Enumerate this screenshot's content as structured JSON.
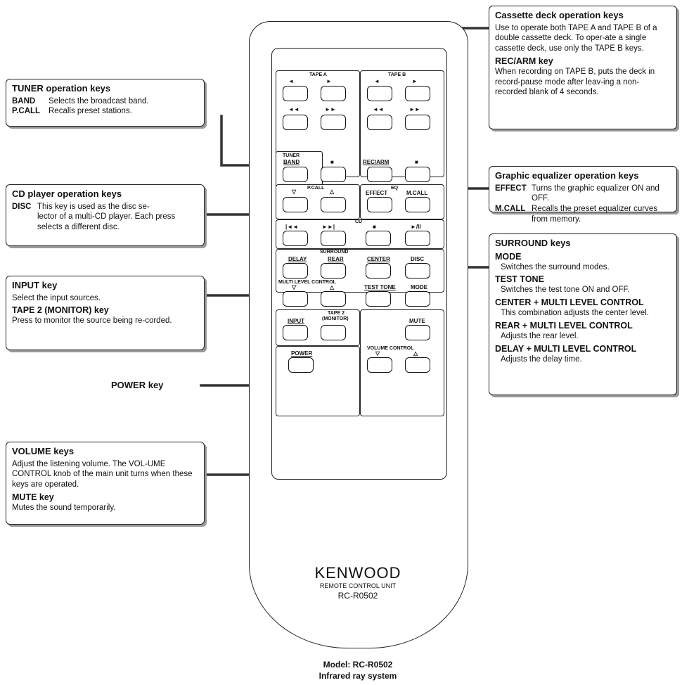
{
  "callouts": {
    "tuner": {
      "title": "TUNER operation keys",
      "rows": [
        {
          "key": "BAND",
          "desc": "Selects the broadcast band."
        },
        {
          "key": "P.CALL",
          "desc": "Recalls preset stations."
        }
      ]
    },
    "cd": {
      "title": "CD player operation keys",
      "key": "DISC",
      "desc_first": "This key is used as the disc se-",
      "desc_rest": "lector of a multi-CD player. Each press selects a different disc."
    },
    "input": {
      "title": "INPUT key",
      "desc": "Select the input sources.",
      "title2": "TAPE 2 (MONITOR) key",
      "desc2": "Press to monitor the source being re-corded."
    },
    "power": {
      "title": "POWER key"
    },
    "volume": {
      "title": "VOLUME keys",
      "desc": "Adjust the listening volume. The VOL-UME CONTROL knob of the main unit turns when these keys are operated.",
      "title2": "MUTE key",
      "desc2": "Mutes the sound temporarily."
    },
    "cassette": {
      "title": "Cassette deck operation keys",
      "desc": "Use to operate both TAPE A and TAPE B of a double cassette deck. To oper-ate a single cassette deck, use only the TAPE B keys.",
      "title2": "REC/ARM key",
      "desc2": "When recording on TAPE B, puts the deck in record-pause mode after leav-ing a non-recorded blank of 4 seconds."
    },
    "eq": {
      "title": "Graphic equalizer operation keys",
      "rows": [
        {
          "key": "EFFECT",
          "desc": "Turns the graphic equalizer ON and OFF."
        },
        {
          "key": "M.CALL",
          "desc": "Recalls the preset equalizer curves from memory."
        }
      ]
    },
    "surround": {
      "title": "SURROUND keys",
      "items": [
        {
          "head": "MODE",
          "text": "Switches the surround modes."
        },
        {
          "head": "TEST TONE",
          "text": "Switches the test tone ON and OFF."
        },
        {
          "head": "CENTER + MULTI LEVEL CONTROL",
          "text": "This combination adjusts the center level."
        },
        {
          "head": "REAR + MULTI LEVEL CONTROL",
          "text": "Adjusts the rear level."
        },
        {
          "head": "DELAY + MULTI LEVEL CONTROL",
          "text": "Adjusts the delay time."
        }
      ]
    }
  },
  "remote": {
    "tape_a": "TAPE A",
    "tape_b": "TAPE B",
    "tuner": "TUNER",
    "band": "BAND",
    "pcall": "P.CALL",
    "rec_arm": "REC/ARM",
    "eq": "EQ",
    "effect": "EFFECT",
    "mcall": "M.CALL",
    "cd": "CD",
    "disc": "DISC",
    "surround": "SURROUND",
    "delay": "DELAY",
    "rear": "REAR",
    "center": "CENTER",
    "multi_level": "MULTI LEVEL CONTROL",
    "test_tone": "TEST TONE",
    "mode": "MODE",
    "input": "INPUT",
    "tape2_line1": "TAPE 2",
    "tape2_line2": "(MONITOR)",
    "mute": "MUTE",
    "volume": "VOLUME CONTROL",
    "power": "POWER",
    "brand": "KENWOOD",
    "unit": "REMOTE CONTROL UNIT",
    "model": "RC-R0502"
  },
  "footer": {
    "model": "Model: RC-R0502",
    "system": "Infrared ray system"
  }
}
